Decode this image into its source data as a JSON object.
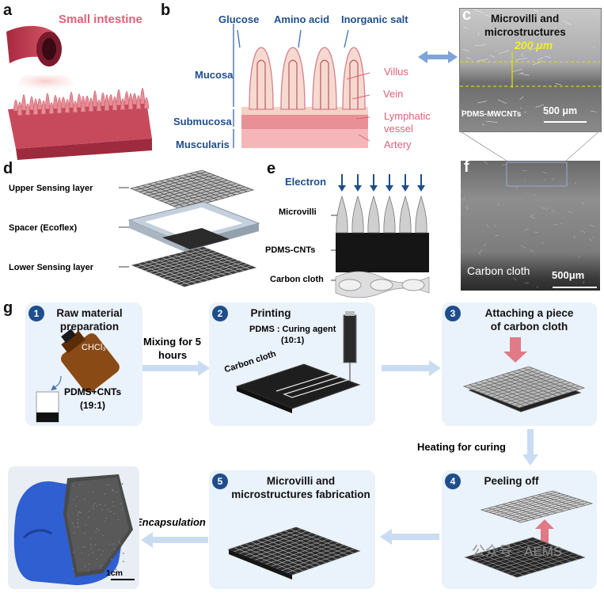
{
  "panels": {
    "a": {
      "label": "a",
      "title": "Small intestine"
    },
    "b": {
      "label": "b",
      "nutrients": [
        "Glucose",
        "Amino acid",
        "Inorganic salt"
      ],
      "layers_left": [
        "Mucosa",
        "Submucosa",
        "Muscularis"
      ],
      "labels_right": [
        "Villus",
        "Vein",
        "Lymphatic",
        "vessel",
        "Artery"
      ]
    },
    "c": {
      "label": "c",
      "title_line1": "Microvilli and",
      "title_line2": "microstructures",
      "measure": "200 μm",
      "material": "PDMS-MWCNTs",
      "scale": "500 μm"
    },
    "d": {
      "label": "d",
      "layers": [
        "Upper Sensing layer",
        "Spacer (Ecoflex)",
        "Lower Sensing layer"
      ]
    },
    "e": {
      "label": "e",
      "electron": "Electron",
      "layers": [
        "Microvilli",
        "PDMS-CNTs",
        "Carbon cloth"
      ]
    },
    "f": {
      "label": "f",
      "material": "Carbon cloth",
      "scale": "500μm"
    },
    "g": {
      "label": "g"
    }
  },
  "steps": [
    {
      "num": "1",
      "title_line1": "Raw material",
      "title_line2": "preparation",
      "chem": "CHCl₃",
      "mix_line1": "PDMS+CNTs",
      "mix_line2": "(19:1)"
    },
    {
      "num": "2",
      "title_line1": "Printing",
      "ratio_line1": "PDMS : Curing agent",
      "ratio_line2": "(10:1)",
      "cloth": "Carbon cloth"
    },
    {
      "num": "3",
      "title_line1": "Attaching a piece",
      "title_line2": "of carbon cloth"
    },
    {
      "num": "4",
      "title_line1": "Peeling off"
    },
    {
      "num": "5",
      "title_line1": "Microvilli and",
      "title_line2": "microstructures fabrication"
    }
  ],
  "transitions": {
    "mix_line1": "Mixing for 5",
    "mix_line2": "hours",
    "heat": "Heating for curing",
    "encap": "Encapsulation"
  },
  "photo_scale": "1cm",
  "watermark": "公众号 · AEMS",
  "colors": {
    "accent_blue": "#1f4e8c",
    "label_pink": "#e0607a",
    "card_bg": "#eaf2fb",
    "arrow_blue": "#c9dcf2"
  }
}
